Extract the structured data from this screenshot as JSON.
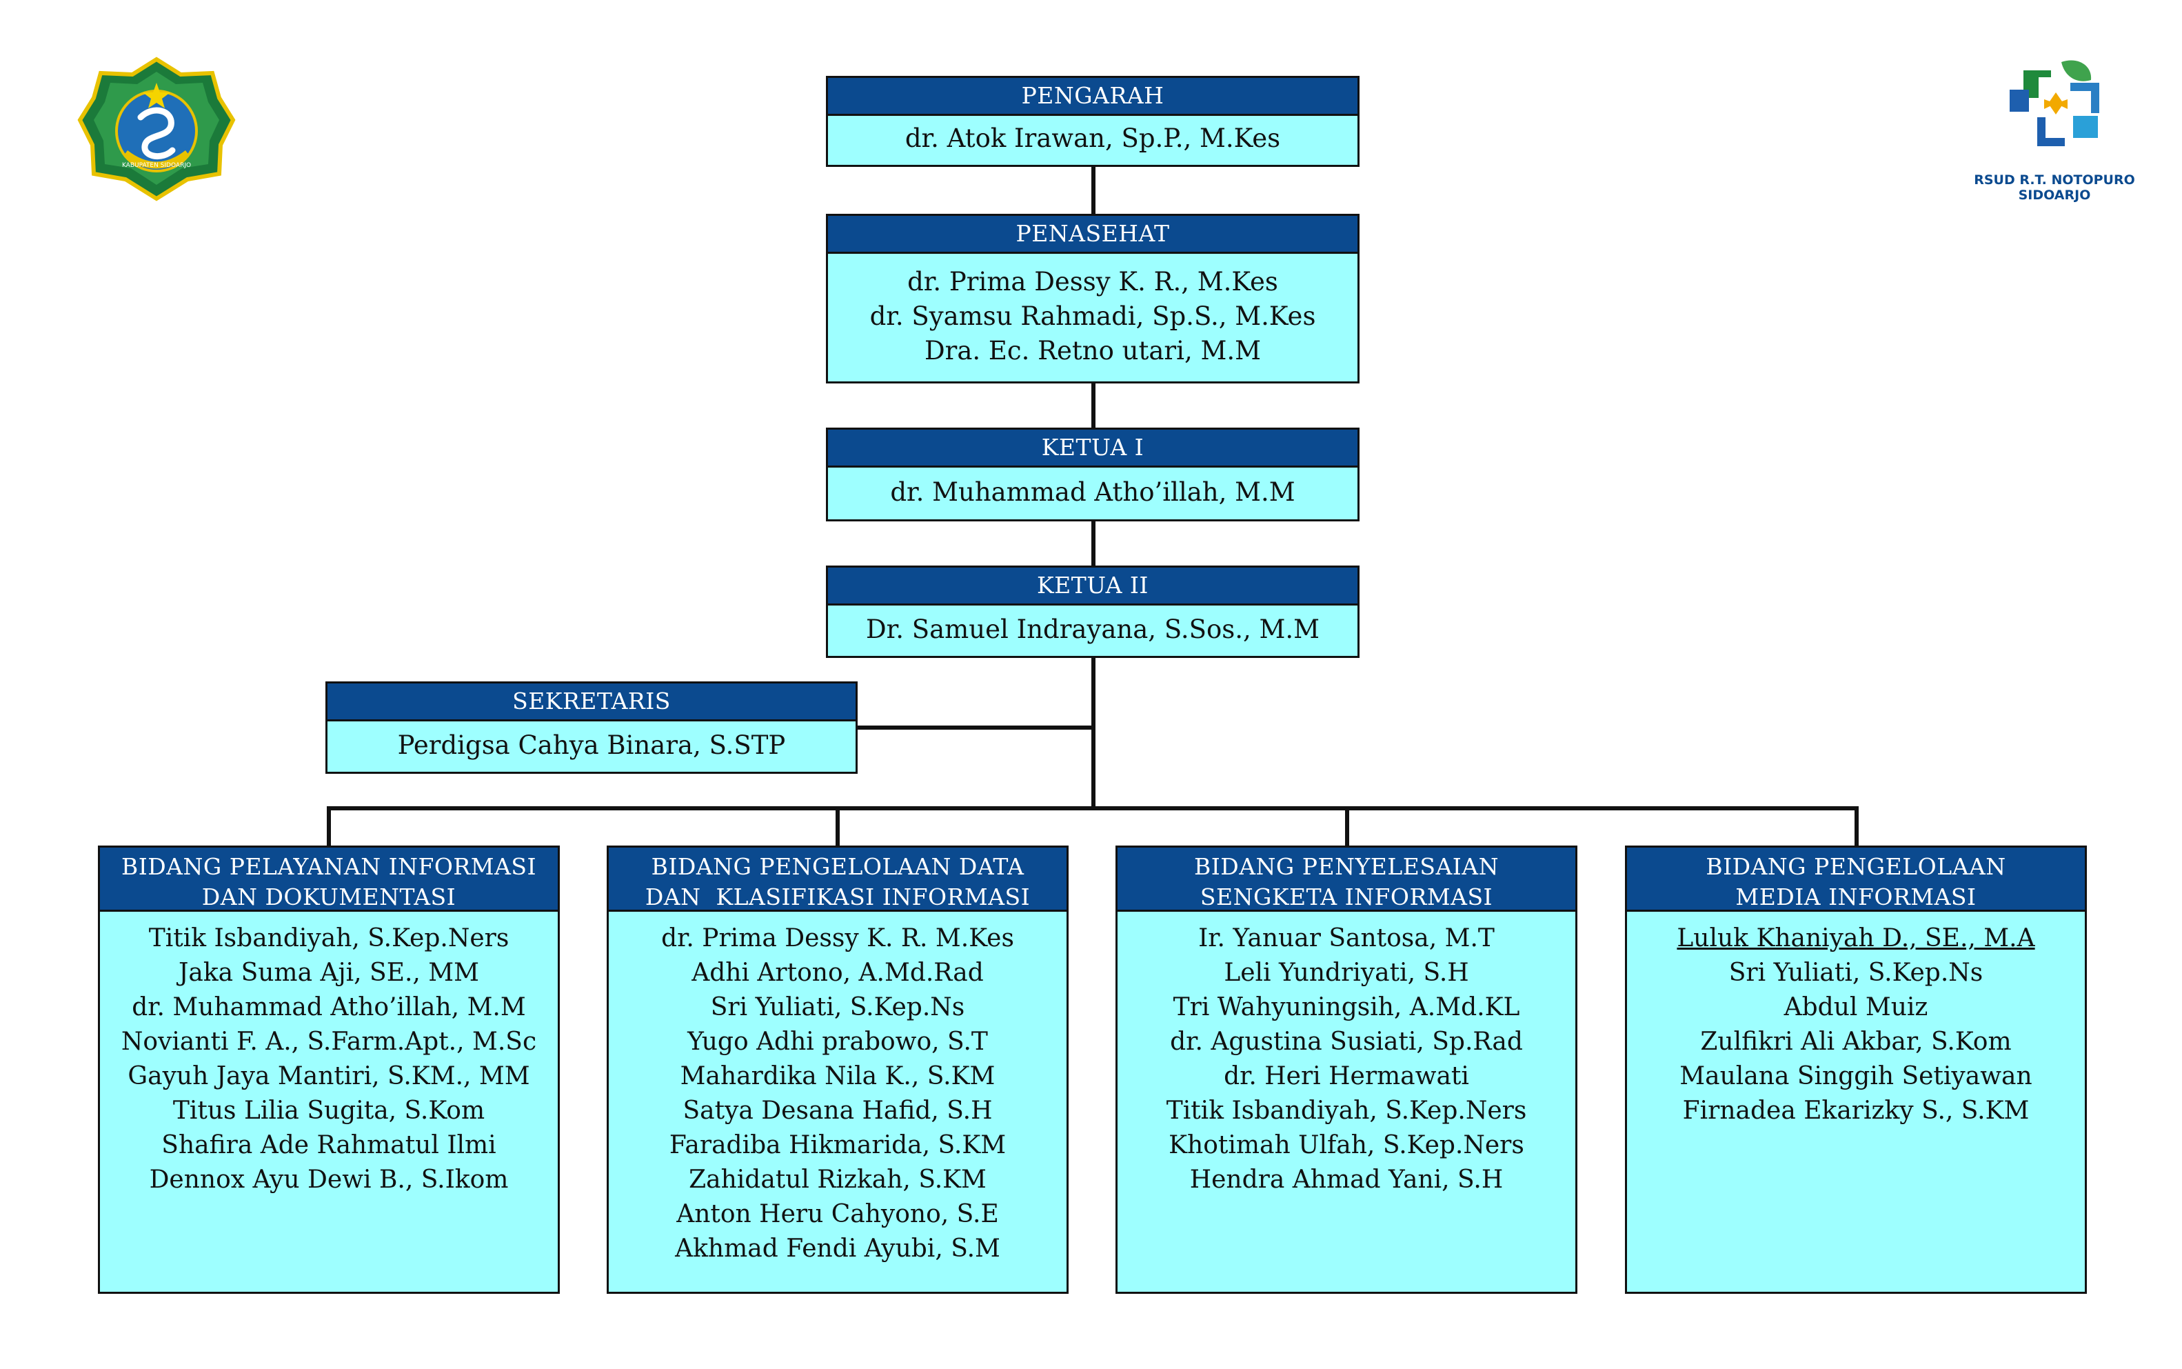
{
  "logos": {
    "left": {
      "name": "sidoarjo-regency-seal",
      "text": "KABUPATEN SIDOARJO"
    },
    "right": {
      "line1": "RSUD R.T. NOTOPURO",
      "line2": "SIDOARJO"
    }
  },
  "colors": {
    "header": "#0b4a8f",
    "body": "#9effff",
    "lines": "#111111"
  },
  "pengarah": {
    "title": "PENGARAH",
    "names": [
      "dr. Atok Irawan, Sp.P., M.Kes"
    ]
  },
  "penasehat": {
    "title": "PENASEHAT",
    "names": [
      "dr. Prima Dessy K. R., M.Kes",
      "dr. Syamsu Rahmadi, Sp.S., M.Kes",
      "Dra. Ec. Retno utari, M.M"
    ]
  },
  "ketua1": {
    "title": "KETUA I",
    "names": [
      "dr. Muhammad Atho’illah, M.M"
    ]
  },
  "ketua2": {
    "title": "KETUA II",
    "names": [
      "Dr. Samuel Indrayana, S.Sos., M.M"
    ]
  },
  "sekretaris": {
    "title": "SEKRETARIS",
    "names": [
      "Perdigsa Cahya Binara, S.STP"
    ]
  },
  "bidang": [
    {
      "title": [
        "BIDANG PELAYANAN INFORMASI",
        "DAN DOKUMENTASI"
      ],
      "members": [
        "Titik Isbandiyah, S.Kep.Ners",
        "Jaka Suma Aji, SE., MM",
        "dr. Muhammad Atho’illah, M.M",
        "Novianti F. A., S.Farm.Apt., M.Sc",
        "Gayuh Jaya Mantiri, S.KM., MM",
        "Titus Lilia Sugita, S.Kom",
        "Shafira Ade Rahmatul Ilmi",
        "Dennox Ayu Dewi B., S.Ikom"
      ]
    },
    {
      "title": [
        "BIDANG PENGELOLAAN DATA",
        "DAN  KLASIFIKASI INFORMASI"
      ],
      "members": [
        "dr. Prima Dessy K. R. M.Kes",
        "Adhi Artono, A.Md.Rad",
        "Sri Yuliati, S.Kep.Ns",
        "Yugo Adhi prabowo, S.T",
        "Mahardika Nila K., S.KM",
        "Satya Desana Hafid, S.H",
        "Faradiba Hikmarida, S.KM",
        "Zahidatul Rizkah, S.KM",
        "Anton Heru Cahyono, S.E",
        "Akhmad Fendi Ayubi, S.M"
      ]
    },
    {
      "title": [
        "BIDANG PENYELESAIAN",
        "SENGKETA INFORMASI"
      ],
      "members": [
        "Ir. Yanuar Santosa, M.T",
        "Leli Yundriyati, S.H",
        "Tri Wahyuningsih, A.Md.KL",
        "dr. Agustina Susiati, Sp.Rad",
        "dr. Heri Hermawati",
        "Titik Isbandiyah, S.Kep.Ners",
        "Khotimah Ulfah, S.Kep.Ners",
        "Hendra Ahmad Yani, S.H"
      ]
    },
    {
      "title": [
        "BIDANG PENGELOLAAN",
        "MEDIA INFORMASI"
      ],
      "members": [
        "Luluk Khaniyah D., SE., M.A",
        "Sri Yuliati, S.Kep.Ns",
        "Abdul Muiz",
        "Zulfikri Ali Akbar, S.Kom",
        "Maulana Singgih Setiyawan",
        "Firnadea Ekarizky S., S.KM"
      ]
    }
  ]
}
